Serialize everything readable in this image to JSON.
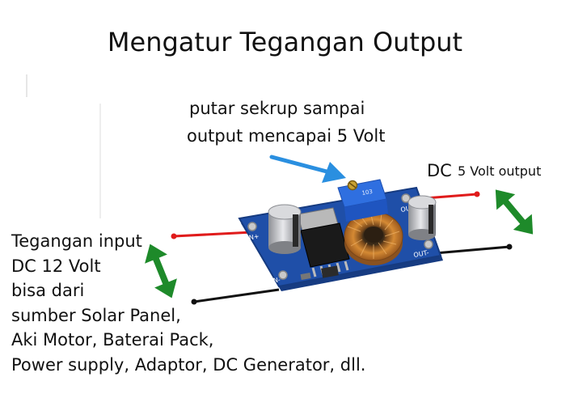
{
  "title": "Mengatur Tegangan Output",
  "instruction": {
    "line1": "putar sekrup sampai",
    "line2": "output mencapai 5 Volt"
  },
  "output_label": {
    "prefix": "DC",
    "value": "5 Volt output"
  },
  "input_label": {
    "lines": [
      "Tegangan input",
      "DC 12 Volt",
      "bisa dari",
      "sumber Solar Panel,",
      "Aki Motor, Baterai Pack,",
      "Power supply, Adaptor, DC Generator, dll."
    ]
  },
  "board": {
    "pin_in_plus": "IN+",
    "pin_in_minus": "IN-",
    "pin_out_plus": "OUT+",
    "pin_out_minus": "OUT-",
    "potentiometer_marking": "103"
  },
  "colors": {
    "board": "#1f4fa8",
    "positive_wire": "#e01b1b",
    "negative_wire": "#111111",
    "double_arrow": "#1e8a2a",
    "pointer_arrow": "#2a8fe0",
    "inductor_copper": "#c97a2b"
  }
}
